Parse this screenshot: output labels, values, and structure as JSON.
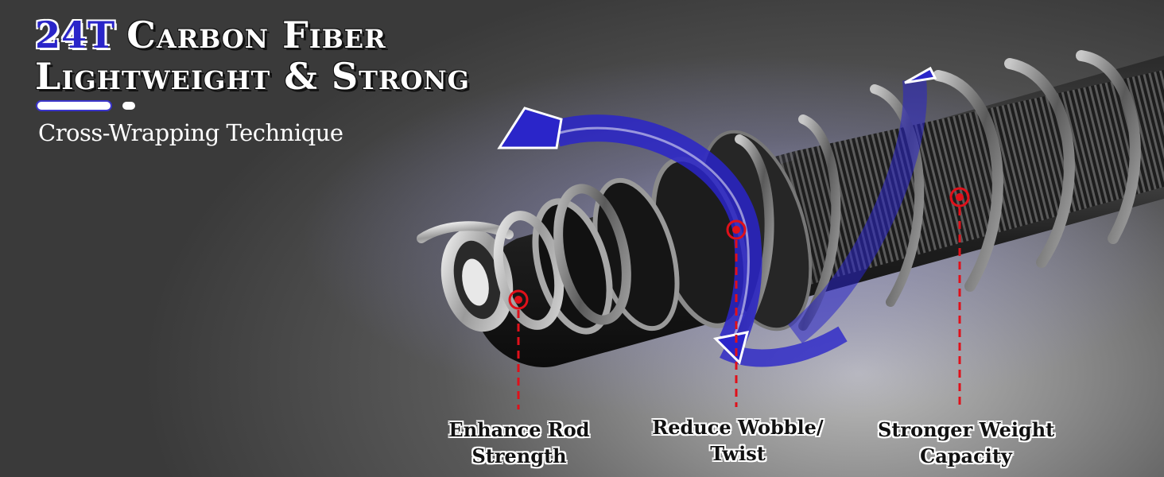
{
  "headline": {
    "accent": "24T",
    "line1_rest": "Carbon Fiber",
    "line2": "Lightweight & Strong"
  },
  "subtitle": "Cross-Wrapping Technique",
  "callouts": [
    {
      "line1": "Enhance Rod",
      "line2": "Strength"
    },
    {
      "line1": "Reduce Wobble/",
      "line2": "Twist"
    },
    {
      "line1": "Stronger Weight",
      "line2": "Capacity"
    }
  ],
  "colors": {
    "accent_blue": "#2a25c9",
    "marker_red": "#e0101a",
    "text_white": "#ffffff"
  }
}
